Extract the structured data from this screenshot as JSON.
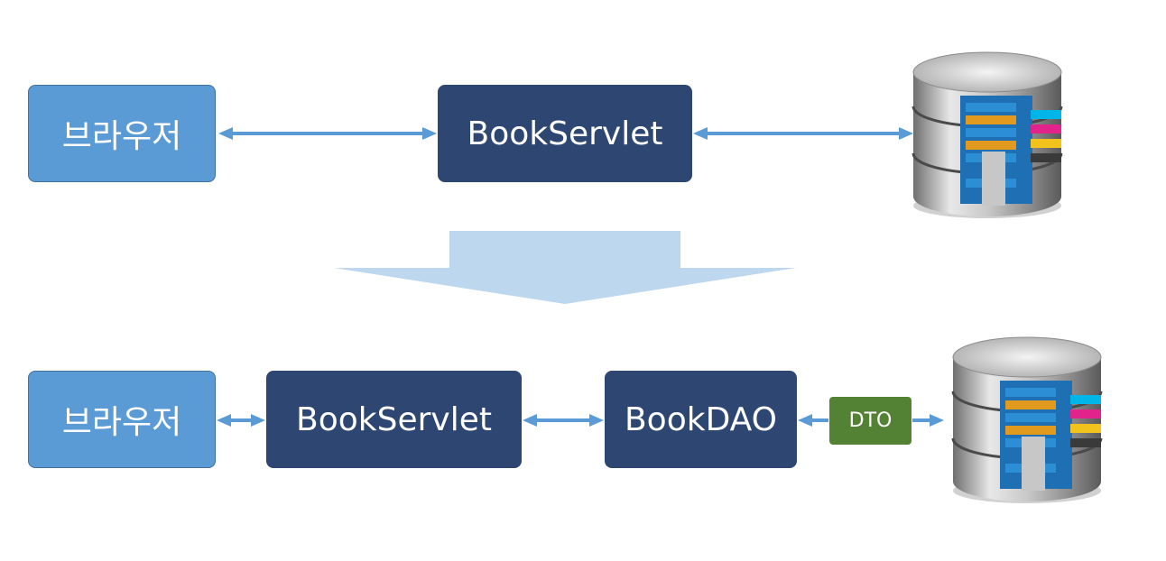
{
  "top_row": {
    "browser_label": "브라우저",
    "servlet_label": "BookServlet"
  },
  "bottom_row": {
    "browser_label": "브라우저",
    "servlet_label": "BookServlet",
    "dao_label": "BookDAO",
    "dto_label": "DTO"
  },
  "icons": {
    "database": "database-icon",
    "transition_arrow": "down-arrow-icon"
  },
  "colors": {
    "browser_box": "#5b9bd5",
    "component_box": "#2e4672",
    "dto_box": "#548235",
    "connector": "#5b9bd5",
    "transition_arrow": "#bdd7ee"
  }
}
